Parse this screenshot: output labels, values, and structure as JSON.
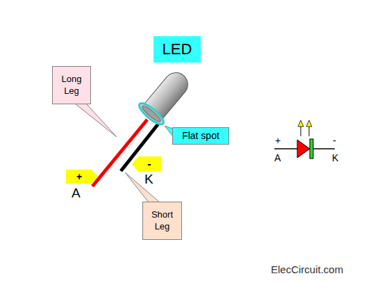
{
  "diagram": {
    "title": "LED",
    "nodes": [
      {
        "text": [
          "Long Leg"
        ]
      },
      {
        "text": [
          "Flat spot"
        ]
      },
      {
        "text": [
          "+"
        ]
      },
      {
        "text": [
          "-"
        ]
      },
      {
        "text": [
          "Short Leg"
        ]
      }
    ],
    "labels": [
      "A",
      "K",
      "+",
      "-",
      "A",
      "K",
      "ElecCircuit.com"
    ]
  }
}
